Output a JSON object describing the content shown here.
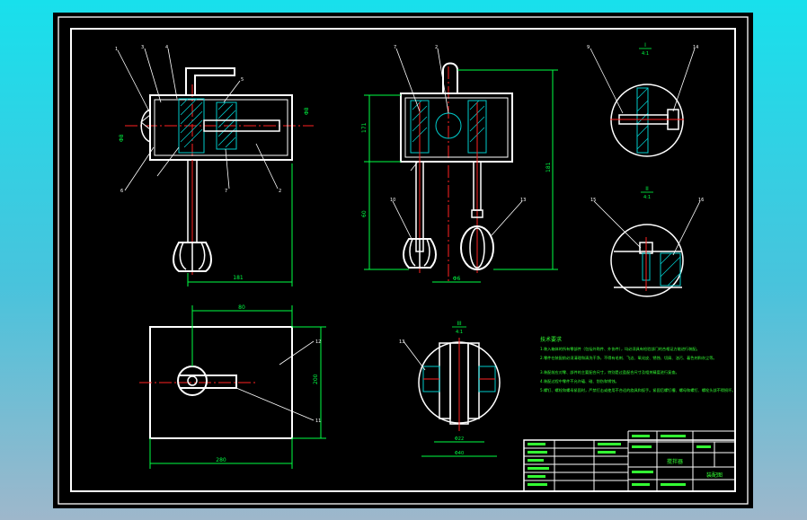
{
  "colors": {
    "background_top": "#18e0ec",
    "background_bottom": "#9eb7cb",
    "drawing_area": "#000000",
    "outline": "#ffffff",
    "centerline": "#ff2020",
    "dimension": "#00ff44",
    "leader": "#ffffff",
    "hatch": "#00c8c8",
    "text_green": "#30ff30",
    "title_block": "#ffffff"
  },
  "views": {
    "front_section": {
      "balloons": [
        "1",
        "3",
        "4",
        "5",
        "6",
        "7",
        "2"
      ],
      "dims": [
        "Φ8",
        "Φ8",
        "181"
      ]
    },
    "side_section": {
      "balloons": [
        "7",
        "2",
        "10",
        "13"
      ],
      "dims": [
        "171",
        "60",
        "181",
        "Φ6"
      ]
    },
    "detail_a": {
      "label_top": "I",
      "label_bottom": "4:1",
      "balloons": [
        "9",
        "14"
      ]
    },
    "detail_b": {
      "label_top": "II",
      "label_bottom": "4:1",
      "balloons": [
        "15",
        "16"
      ]
    },
    "top_view": {
      "balloons": [
        "12",
        "11"
      ],
      "dims": [
        "80",
        "280",
        "200"
      ]
    },
    "detail_c": {
      "label_top": "III",
      "label_bottom": "4:1",
      "balloons": [
        "13"
      ],
      "dims": [
        "Φ22",
        "Φ40"
      ]
    }
  },
  "notes": {
    "heading": "技术要求",
    "lines": [
      "1.装入箱体的所有零部件（包括外购件、外协件），均必须具有检验部门的合格证方能进行装配。",
      "2.零件在装配前必须清理和清洗干净，不得有毛刺、飞边、氧化皮、锈蚀、切屑、油污、着色剂和灰尘等。",
      "3.装配前应对零、部件的主要配合尺寸，特别是过盈配合尺寸及相关精度进行复查。",
      "4.装配过程中零件不允许磕、碰、划伤和锈蚀。",
      "5.螺钉、螺栓和螺母紧固时，严禁打击或使用不合适的旋具和扳手。紧固后螺钉槽、螺母和螺钉、螺栓头部不得损坏。"
    ]
  },
  "title_block": {
    "drawing_name": "搅拌器",
    "sheet": "装配图"
  }
}
